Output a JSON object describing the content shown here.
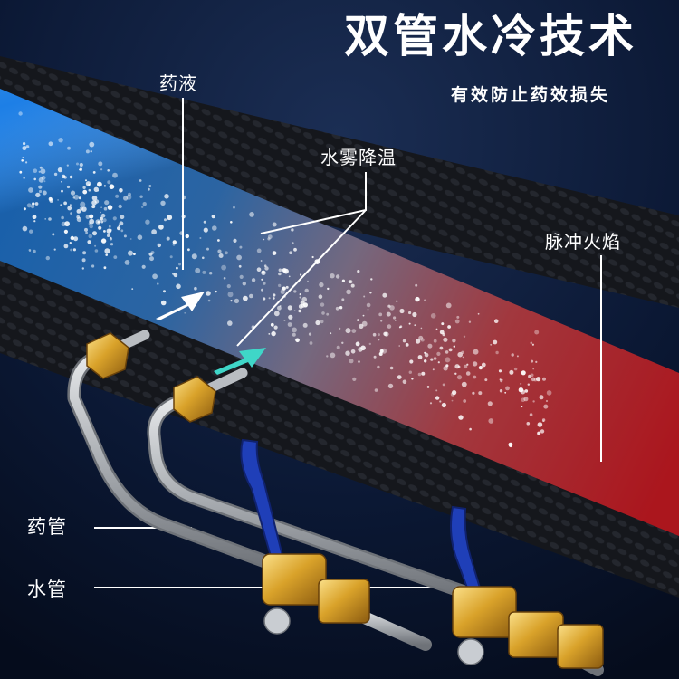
{
  "header": {
    "title": "双管水冷技术",
    "subtitle": "有效防止药效损失"
  },
  "labels": {
    "liquid": "药液",
    "mist_cooling": "水雾降温",
    "pulse_flame": "脉冲火焰",
    "medicine_pipe": "药管",
    "water_pipe": "水管"
  },
  "colors": {
    "background": "#071226",
    "cold_blue": "#1e7de0",
    "hot_red": "#e0202a",
    "hose_black": "#15171c",
    "brass": "#d9a22a",
    "valve_handle": "#1f3fb8",
    "arrow_teal": "#3fd6c8"
  }
}
